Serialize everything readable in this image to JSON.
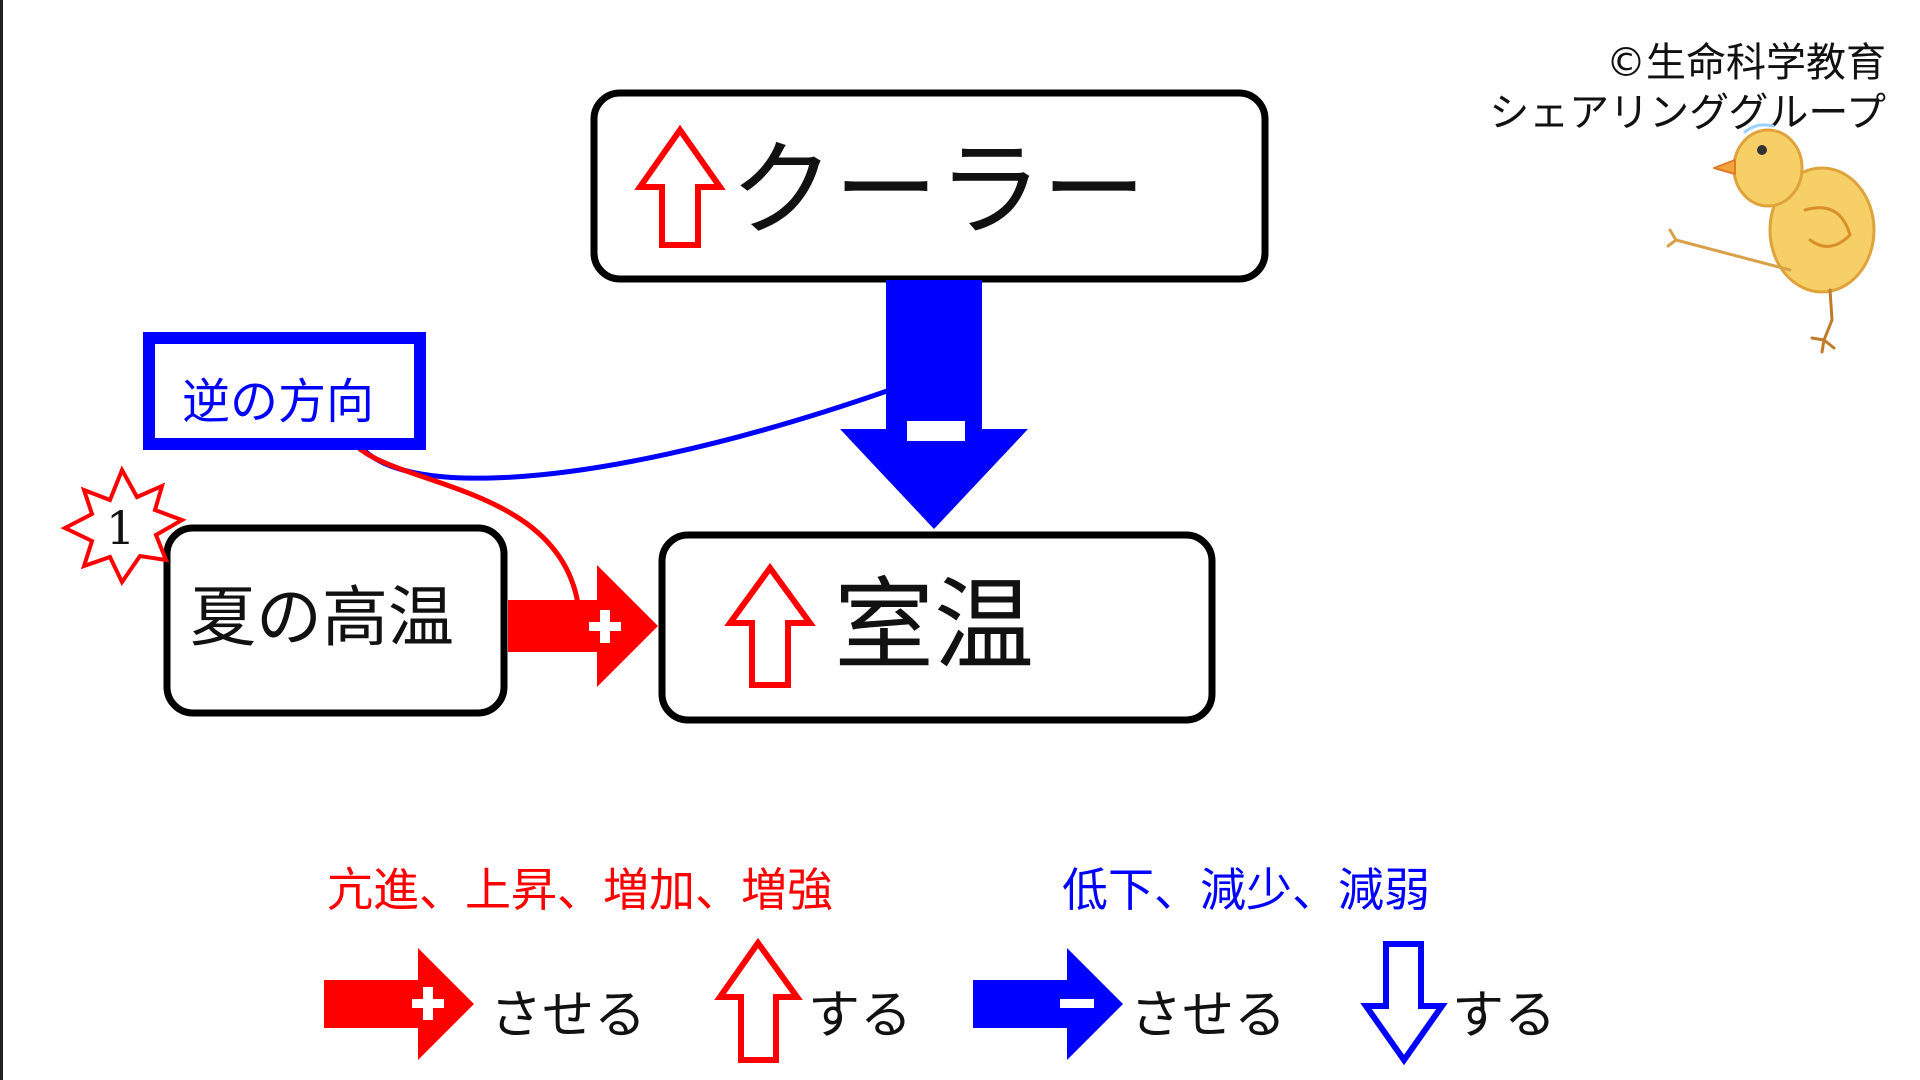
{
  "copyright": {
    "line1": "©生命科学教育",
    "line2": "シェアリンググループ"
  },
  "nodes": {
    "cooler": "クーラー",
    "room_temp": "室温",
    "summer_heat": "夏の高温",
    "reverse_direction": "逆の方向"
  },
  "badge": {
    "number": "1"
  },
  "legend": {
    "red_terms": "亢進、上昇、増加、増強",
    "blue_terms": "低下、減少、減弱",
    "plus_arrow_label": "させる",
    "up_arrow_label": "する",
    "minus_arrow_label": "させる",
    "down_arrow_label": "する"
  },
  "colors": {
    "positive": "#ff0000",
    "negative": "#0000ff",
    "outline": "#000000"
  },
  "icons": {
    "mascot": "chick-drawing-icon",
    "up": "red-up-arrow-icon",
    "down": "blue-down-arrow-icon",
    "plus": "plus-arrow-icon",
    "minus": "minus-arrow-icon",
    "burst": "starburst-icon"
  }
}
